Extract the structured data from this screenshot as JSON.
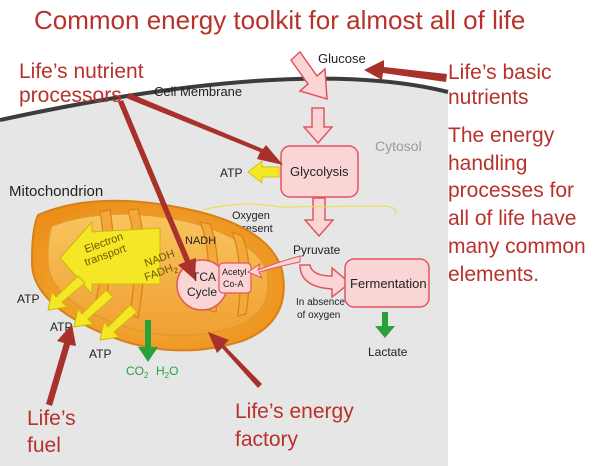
{
  "title": "Common energy toolkit for almost all of life",
  "annotations": {
    "nutrient_processors": [
      "Life’s nutrient",
      "processors"
    ],
    "basic_nutrients": [
      "Life’s basic",
      "nutrients"
    ],
    "energy_text": [
      "The energy",
      "handling",
      "processes for",
      "all of life have",
      "many common",
      "elements."
    ],
    "fuel": [
      "Life’s",
      "fuel"
    ],
    "energy_factory": [
      "Life’s energy",
      "factory"
    ]
  },
  "diagram": {
    "glucose": "Glucose",
    "cell_membrane": "Cell Membrane",
    "cytosol": "Cytosol",
    "glycolysis": "Glycolysis",
    "atp": "ATP",
    "mitochondrion": "Mitochondrion",
    "oxygen_present": [
      "Oxygen",
      "present"
    ],
    "nadh": "NADH",
    "pyruvate": "Pyruvate",
    "fermentation": "Fermentation",
    "in_absence": [
      "In absence",
      "of oxygen"
    ],
    "lactate": "Lactate",
    "electron_transport": [
      "Electron",
      "transport"
    ],
    "nadh_fadh2": [
      "NADH",
      "FADH",
      "2"
    ],
    "tca_cycle": [
      "TCA",
      "Cycle"
    ],
    "acetyl_coa": [
      "Acetyl",
      "Co-A"
    ],
    "co2": [
      "CO",
      "2"
    ],
    "h2o": [
      "H",
      "2",
      "O"
    ]
  },
  "colors": {
    "annotation_red": "#b8322b",
    "box_pink": "#fbd4d6",
    "box_border": "#e0565f",
    "atp_yellow": "#f5e626",
    "mito_orange": "#f19a1f",
    "cytosol_gray": "#e6e6e6",
    "water_green": "#2aa03a"
  }
}
